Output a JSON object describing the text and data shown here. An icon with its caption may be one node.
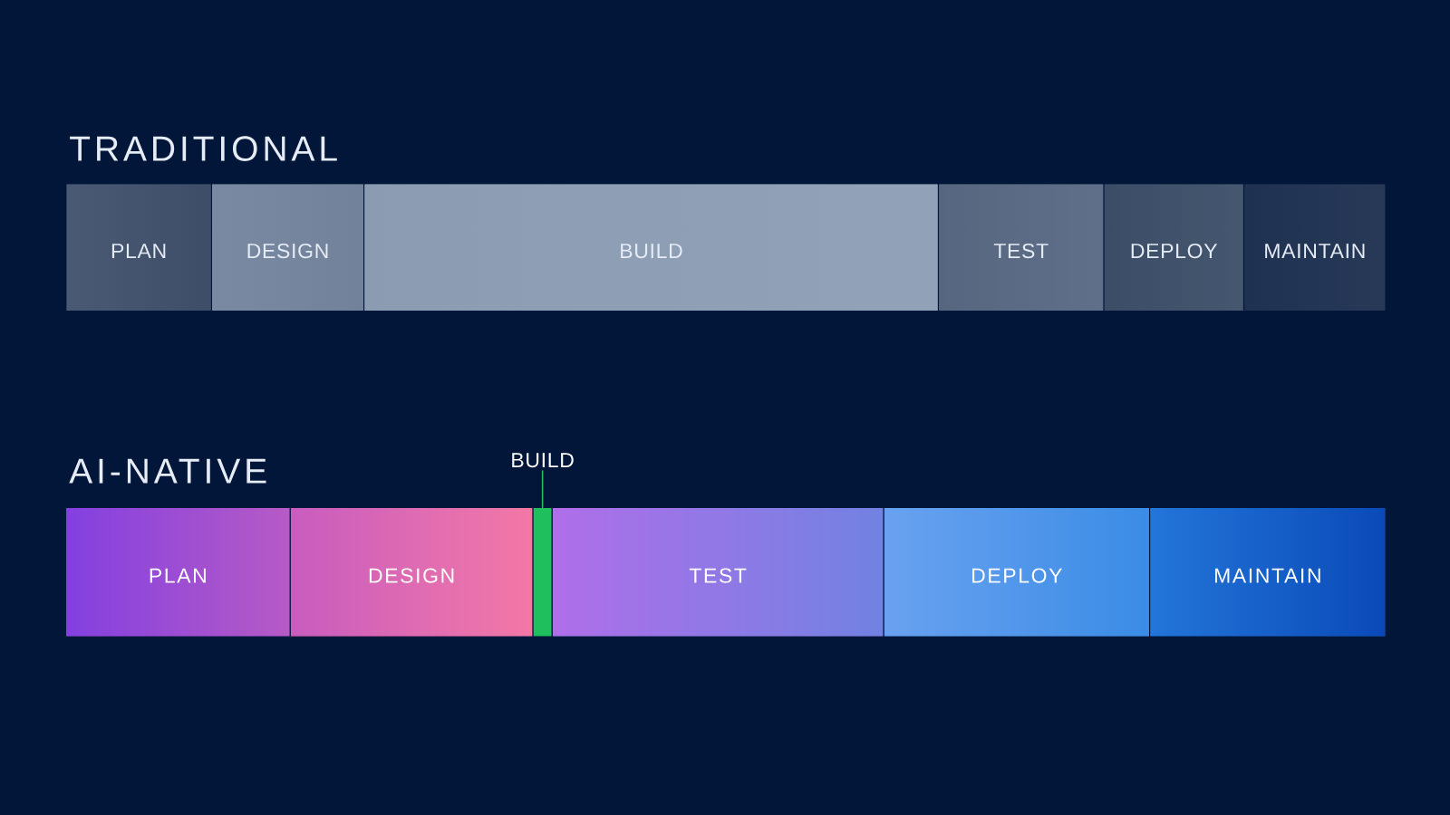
{
  "diagram": {
    "nodes": [
      {
        "text": [
          "PLAN"
        ]
      },
      {
        "text": [
          "DESIGN"
        ]
      },
      {
        "text": [
          "BUILD"
        ]
      },
      {
        "text": [
          "TEST"
        ]
      },
      {
        "text": [
          "DEPLOY"
        ]
      },
      {
        "text": [
          "MAINTAIN"
        ]
      },
      {
        "text": [
          "BUILD"
        ]
      },
      {
        "text": [
          "PLAN"
        ]
      },
      {
        "text": [
          "DESIGN"
        ]
      },
      {
        "text": [],
        "shape": "bar"
      },
      {
        "text": [
          "TEST"
        ]
      },
      {
        "text": [
          "DEPLOY"
        ]
      },
      {
        "text": [
          "MAINTAIN"
        ]
      }
    ],
    "edges": [
      {
        "from": 6,
        "to": 9,
        "arrow": "none"
      }
    ],
    "labels": [
      "TRADITIONAL",
      "AI-NATIVE"
    ]
  }
}
